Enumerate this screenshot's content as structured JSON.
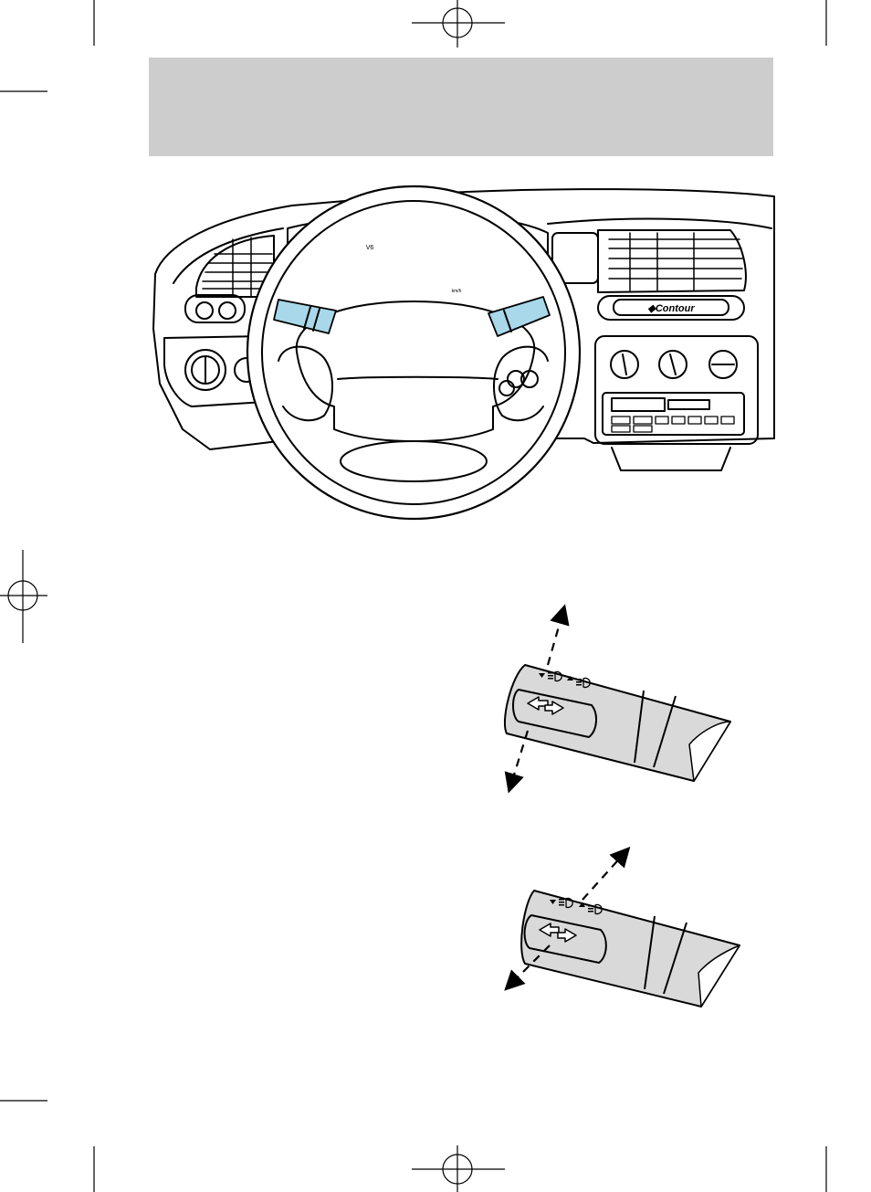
{
  "page": {
    "header_band": "",
    "colors": {
      "header_band": "#cdcdcd",
      "stalk_highlight": "#a8d8ea",
      "stalk_fill": "#d9d9d9",
      "ink": "#000000"
    }
  },
  "dashboard": {
    "nameplate": "◆Contour",
    "speedo_unit": "km/h",
    "tach_badge": "V6"
  },
  "figures": {
    "stalk_top": {
      "motion": "up-down"
    },
    "stalk_bottom": {
      "motion": "toward-away"
    }
  }
}
